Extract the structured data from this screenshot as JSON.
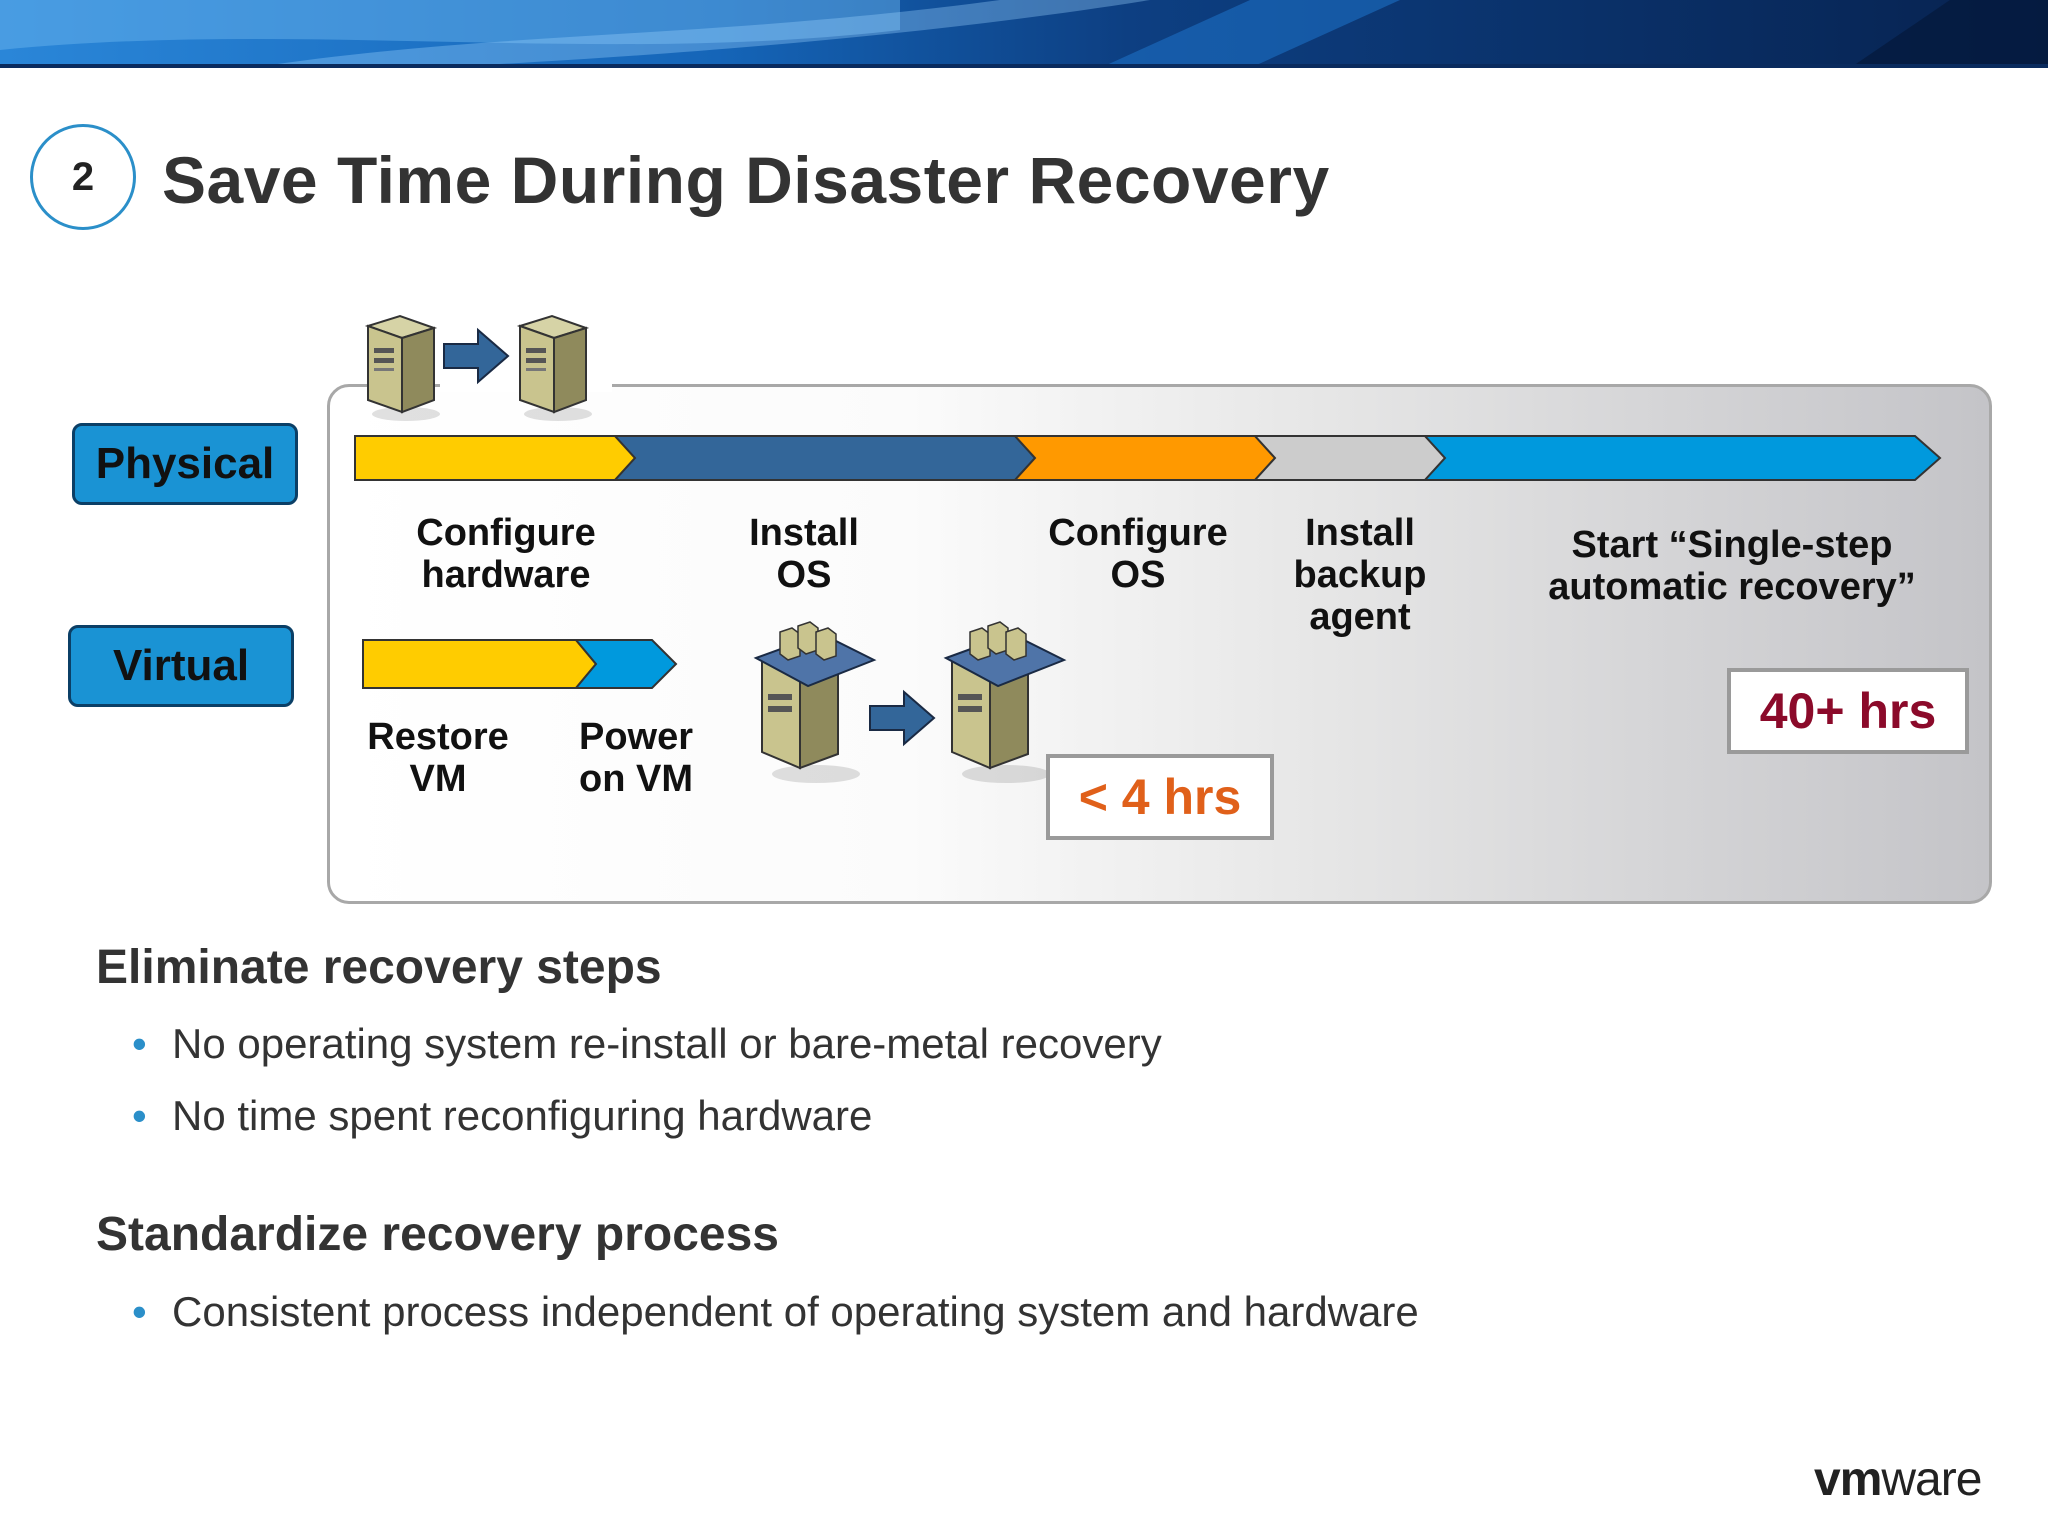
{
  "slide": {
    "step_number": "2",
    "title": "Save Time During Disaster Recovery"
  },
  "diagram": {
    "rows": [
      {
        "label": "Physical"
      },
      {
        "label": "Virtual"
      }
    ],
    "physical_steps": [
      {
        "lines": [
          "Configure",
          "hardware"
        ],
        "color": "#ffcc00"
      },
      {
        "lines": [
          "Install",
          "OS"
        ],
        "color": "#336699"
      },
      {
        "lines": [
          "Configure",
          "OS"
        ],
        "color": "#ff9900"
      },
      {
        "lines": [
          "Install",
          "backup",
          "agent"
        ],
        "color": "#cccccc"
      },
      {
        "lines": [
          "Start “Single-step",
          "automatic recovery”"
        ],
        "color": "#0099dd"
      }
    ],
    "virtual_steps": [
      {
        "lines": [
          "Restore",
          "VM"
        ],
        "color": "#ffcc00"
      },
      {
        "lines": [
          "Power",
          "on VM"
        ],
        "color": "#0099dd"
      }
    ],
    "physical_time": "40+ hrs",
    "physical_time_color": "#8b0a2a",
    "virtual_time": "< 4 hrs",
    "virtual_time_color": "#e0601a",
    "icons": [
      "physical-server-icon",
      "arrow-right-icon",
      "virtual-server-icon"
    ]
  },
  "benefits": [
    {
      "heading": "Eliminate recovery steps",
      "bullets": [
        "No operating system re-install or bare-metal recovery",
        "No time spent reconfiguring hardware"
      ]
    },
    {
      "heading": "Standardize recovery process",
      "bullets": [
        "Consistent process independent of operating system and hardware"
      ]
    }
  ],
  "logo": {
    "part1": "vm",
    "part2": "ware"
  },
  "theme": {
    "accent": "#2b8fc9",
    "banner_dark": "#0b2a5c"
  }
}
